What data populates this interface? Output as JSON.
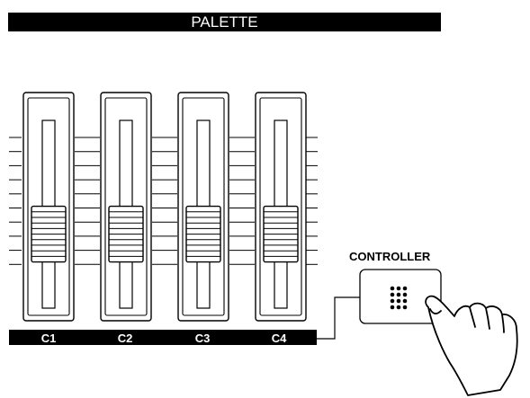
{
  "title": "PALETTE",
  "controller": {
    "label": "CONTROLLER",
    "icon": "keypad-dots-icon"
  },
  "faders": [
    {
      "label": "C1",
      "level": 0.35
    },
    {
      "label": "C2",
      "level": 0.35
    },
    {
      "label": "C3",
      "level": 0.35
    },
    {
      "label": "C4",
      "level": 0.35
    }
  ],
  "hand_icon": "pointing-hand-icon"
}
